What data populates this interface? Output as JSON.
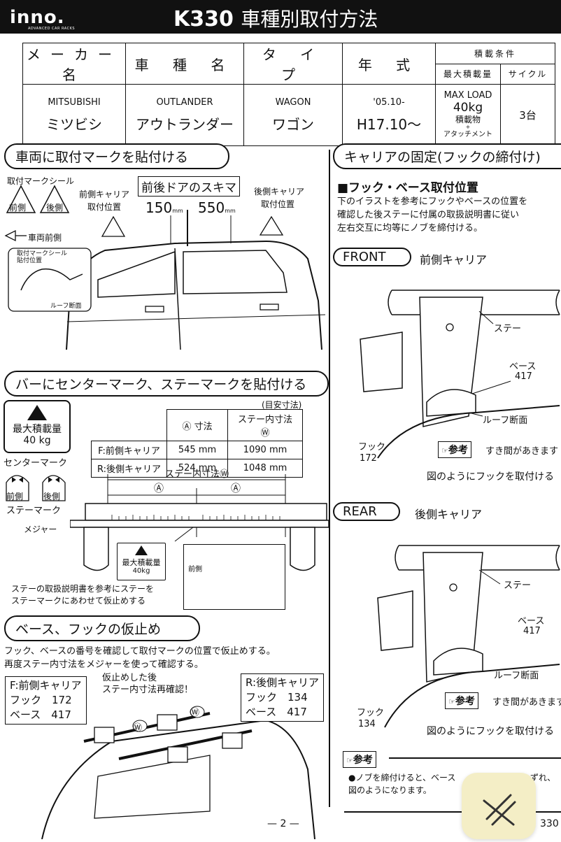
{
  "header": {
    "brand": "inno.",
    "brand_sub": "ADVANCED CAR RACKS",
    "model": "K330",
    "title": "車種別取付方法"
  },
  "spec_table": {
    "col_maker": "メーカー名",
    "col_car": "車 種 名",
    "col_type": "タ イ プ",
    "col_year": "年 式",
    "col_load": "積載条件",
    "col_maxload": "最大積載量",
    "col_cycle": "サイクル",
    "maker_en": "MITSUBISHI",
    "maker_jp": "ミツビシ",
    "car_en": "OUTLANDER",
    "car_jp": "アウトランダー",
    "type_en": "WAGON",
    "type_jp": "ワゴン",
    "year_en": "'05.10-",
    "year_jp": "H17.10〜",
    "maxload_en": "MAX LOAD",
    "maxload_val": "40kg",
    "maxload_note1": "積載物",
    "maxload_note2": "+",
    "maxload_note3": "アタッチメント",
    "cycle_val": "3台"
  },
  "sec1": {
    "title": "車両に取付マークを貼付ける",
    "mark_seal": "取付マークシール",
    "front_label": "前側",
    "rear_label": "後側",
    "front_carrier": "前側キャリア",
    "front_pos": "取付位置",
    "gap_label": "前後ドアのスキマ",
    "dim1": "150",
    "dim2": "550",
    "unit": "mm",
    "rear_carrier": "後側キャリア",
    "rear_pos": "取付位置",
    "car_front": "車両前側",
    "inset1": "取付マークシール",
    "inset2": "貼付位置",
    "inset3": "ルーフ断面"
  },
  "sec2": {
    "title": "バーにセンターマーク、ステーマークを貼付ける",
    "approx": "(目安寸法)",
    "max_load": "最大積載量",
    "max_load_val": "40 kg",
    "center_mark": "センターマーク",
    "stay_mark": "ステーマーク",
    "measure": "メジャー",
    "col_a": "Ⓐ 寸法",
    "col_w": "ステー内寸法Ⓦ",
    "rows": [
      {
        "label": "F:前側キャリア",
        "a": "545 mm",
        "w": "1090 mm"
      },
      {
        "label": "R:後側キャリア",
        "a": "524 mm",
        "w": "1048 mm"
      }
    ],
    "w_dim": "ステー内寸法Ⓦ",
    "a_mark": "Ⓐ",
    "stamp_text": "最大積載量",
    "stamp_val": "40kg",
    "inset_front": "前側",
    "note1": "ステーの取扱説明書を参考にステーを",
    "note2": "ステーマークにあわせて仮止めする"
  },
  "sec3": {
    "title": "ベース、フックの仮止め",
    "line1": "フック、ベースの番号を確認して取付マークの位置で仮止めする。",
    "line2": "再度ステー内寸法をメジャーを使って確認する。",
    "f_title": "F:前側キャリア",
    "f_hook": "フック　172",
    "f_base": "ベース　417",
    "recheck1": "仮止めした後",
    "recheck2": "ステー内寸法再確認！",
    "r_title": "R:後側キャリア",
    "r_hook": "フック　134",
    "r_base": "ベース　417",
    "w": "Ⓦ"
  },
  "right": {
    "title": "キャリアの固定(フックの締付け)",
    "sub": "■フック・ベース取付位置",
    "p1": "下のイラストを参考にフックやベースの位置を",
    "p2": "確認した後ステーに付属の取扱説明書に従い",
    "p3": "左右交互に均等にノブを締付ける。",
    "front_tag": "FRONT",
    "front_label": "前側キャリア",
    "stay": "ステー",
    "base": "ベース",
    "front_base_no": "417",
    "roof": "ルーフ断面",
    "hook": "フック",
    "front_hook_no": "172",
    "ref": "参考",
    "gap_note": "すき間があきます",
    "fix_note": "図のようにフックを取付ける",
    "rear_tag": "REAR",
    "rear_label": "後側キャリア",
    "rear_base_no": "417",
    "rear_hook_no": "134",
    "ref_bottom": "参考",
    "knob1": "●ノブを締付けると、ベース",
    "knob1b": "ずれ、",
    "knob2": "図のようになります。"
  },
  "footer": {
    "page": "— 2 —",
    "model_short": "330"
  },
  "fab": {
    "icon": "pen-slash-icon"
  }
}
